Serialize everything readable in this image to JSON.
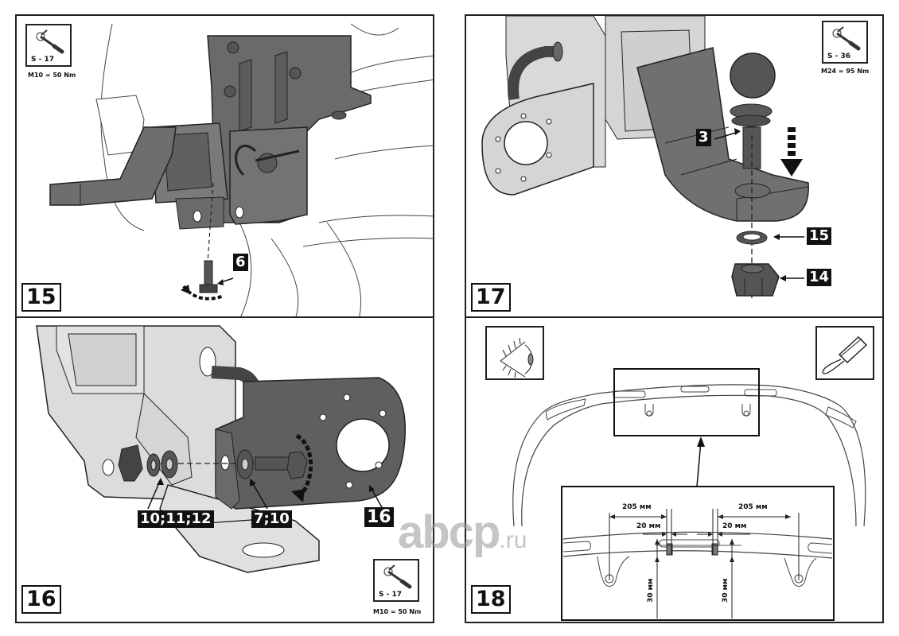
{
  "panels": [
    {
      "step": "15",
      "tool": {
        "icon": "ratchet-wrench-icon",
        "size": "S - 17",
        "torque": "M10 = 50 Nm"
      },
      "callouts": [
        "6"
      ]
    },
    {
      "step": "17",
      "tool": {
        "icon": "ratchet-wrench-icon",
        "size": "S - 36",
        "torque": "M24 = 95 Nm"
      },
      "callouts": [
        "3",
        "15",
        "14"
      ]
    },
    {
      "step": "16",
      "tool": {
        "icon": "ratchet-wrench-icon",
        "size": "S - 17",
        "torque": "M10 = 50 Nm"
      },
      "callouts": [
        "10;11;12",
        "7;10",
        "16"
      ]
    },
    {
      "step": "18",
      "icons": [
        "eye-inspect-icon",
        "hacksaw-icon"
      ],
      "dimensions": {
        "left_offset": "205 мм",
        "right_offset": "205 мм",
        "left_cut_width": "20 мм",
        "right_cut_width": "20 мм",
        "left_cut_depth": "30 мм",
        "right_cut_depth": "30 мм"
      }
    }
  ],
  "watermark": {
    "brand": "abcp",
    "tld": ".ru"
  },
  "colors": {
    "part_dark": "#5a5a5a",
    "part_mid": "#707070",
    "part_light": "#d9d9d9",
    "line": "#222222",
    "callout_bg": "#111111"
  }
}
